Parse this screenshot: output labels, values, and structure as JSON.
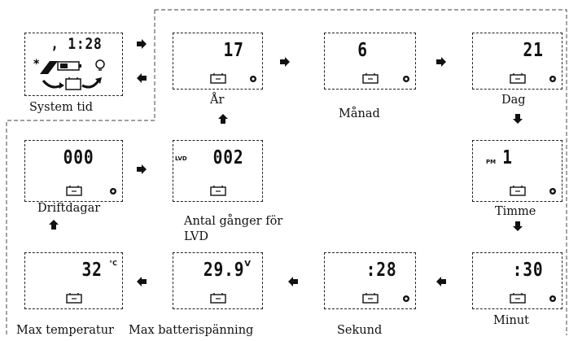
{
  "captions": {
    "system_time": "System tid",
    "year": "År",
    "month": "Månad",
    "day": "Dag",
    "operating_days": "Driftdagar",
    "lvd_count_line1": "Antal gånger för",
    "lvd_count_line2": "LVD",
    "hour": "Timme",
    "max_temperature": "Max temperatur",
    "max_battery_voltage": "Max batterispänning",
    "second": "Sekund",
    "minute": "Minut"
  },
  "displays": {
    "system_time": ", 1:28",
    "year": "17",
    "month": "6",
    "day": "21",
    "operating_days": "000",
    "lvd_count": "002",
    "lvd_indicator": "LVD",
    "hour": "1",
    "hour_indicator": "PM",
    "max_temperature": "32",
    "max_temperature_unit": "°C",
    "max_battery_voltage": "29.9",
    "max_battery_voltage_unit": "V",
    "second": ":28",
    "minute": ":30"
  }
}
